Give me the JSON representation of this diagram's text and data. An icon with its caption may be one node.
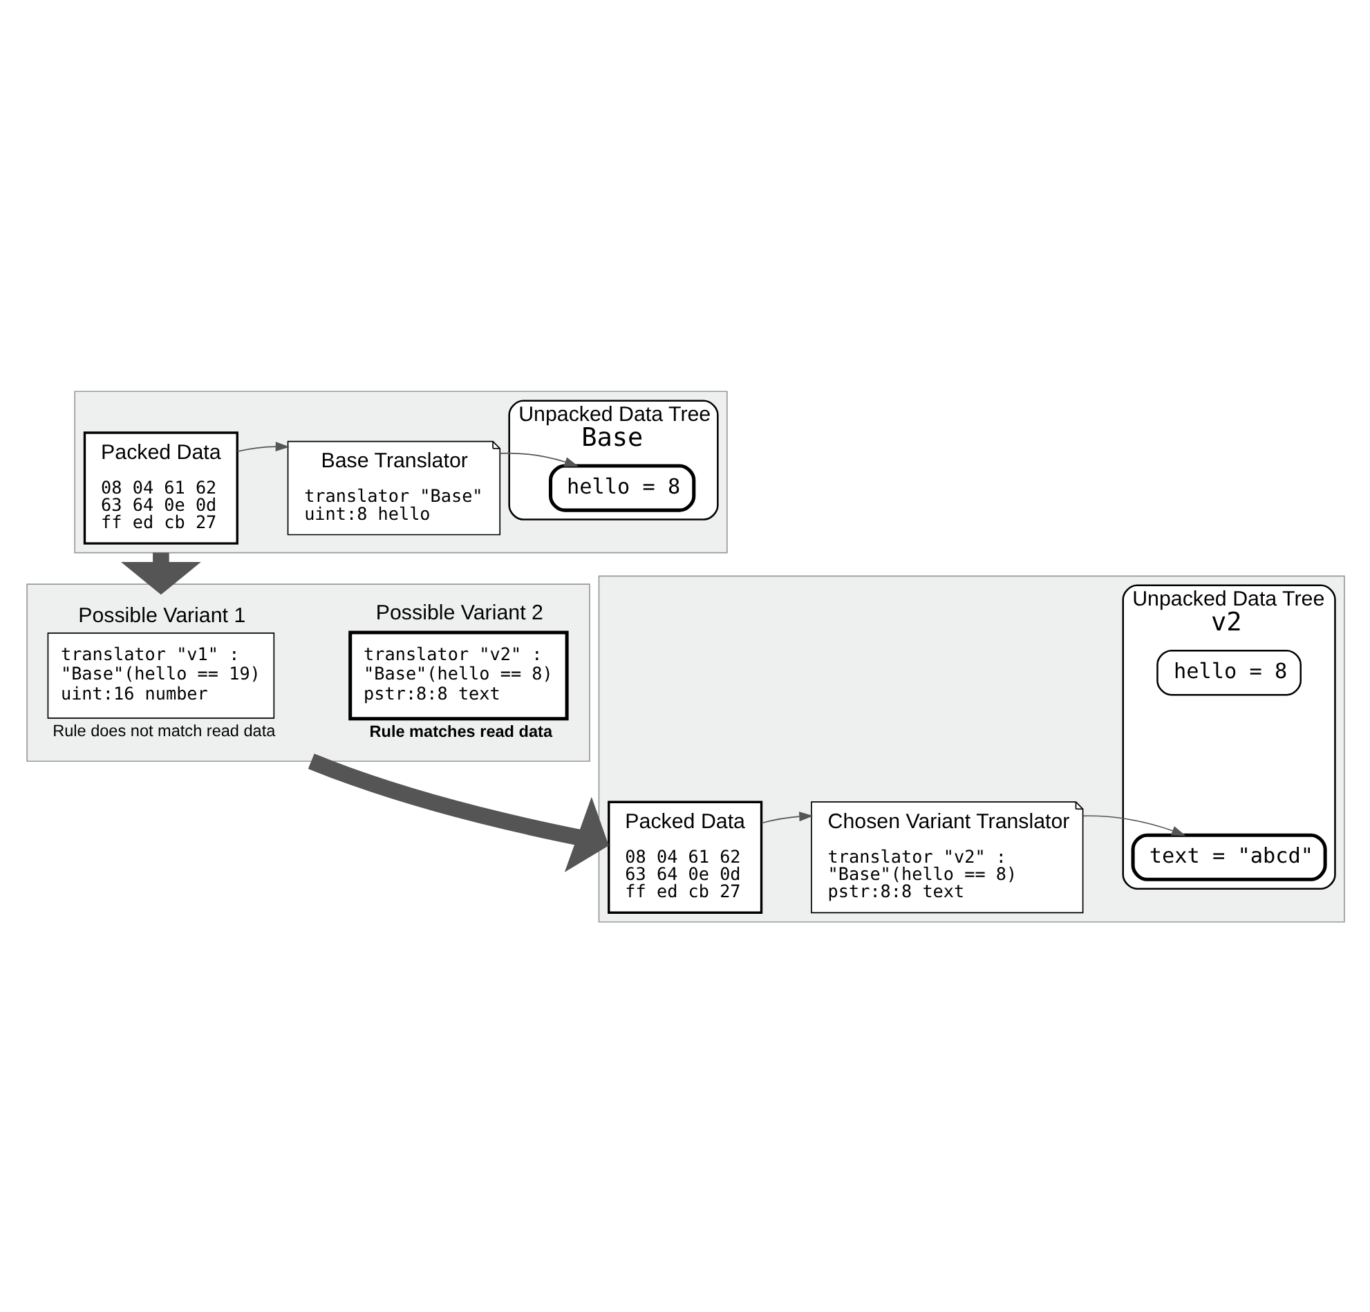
{
  "diagram": {
    "nodes": [
      {
        "text": [],
        "shape": "band"
      },
      {
        "text": [
          "Packed Data",
          "08 04 61 62 63 64 0e 0d ff ed cb 27"
        ],
        "in": 0
      },
      {
        "text": [
          "Base Translator",
          "translator \"Base\" uint:8 hello"
        ],
        "in": 0
      },
      {
        "text": [
          "Unpacked Data Tree",
          "Base"
        ],
        "in": 0
      },
      {
        "text": [
          "hello = 8"
        ],
        "in": 3
      },
      {
        "text": [],
        "shape": "band"
      },
      {
        "text": [
          "Possible Variant 1",
          "translator \"v1\" : \"Base\"(hello == 19) uint:16 number"
        ],
        "beside": [
          "Rule does not match read data"
        ],
        "in": 5
      },
      {
        "text": [
          "Possible Variant 2",
          "translator \"v2\" : \"Base\"(hello == 8) pstr:8:8 text"
        ],
        "beside": [
          "Rule matches read data"
        ],
        "in": 5
      },
      {
        "text": [],
        "shape": "band"
      },
      {
        "text": [
          "Packed Data",
          "08 04 61 62 63 64 0e 0d ff ed cb 27"
        ],
        "in": 8
      },
      {
        "text": [
          "Chosen Variant Translator",
          "translator \"v2\" : \"Base\"(hello == 8) pstr:8:8 text"
        ],
        "in": 8
      },
      {
        "text": [
          "Unpacked Data Tree",
          "v2"
        ],
        "in": 8
      },
      {
        "text": [
          "hello = 8"
        ],
        "in": 11
      },
      {
        "text": [
          "text = \"abcd\""
        ],
        "in": 11
      }
    ],
    "edges": [
      {
        "from": 1,
        "to": 2,
        "arrow": "to"
      },
      {
        "from": 2,
        "to": 4,
        "arrow": "to"
      },
      {
        "from": 0,
        "to": 5,
        "arrow": "to",
        "style": "thick"
      },
      {
        "from": 5,
        "to": 8,
        "arrow": "to",
        "style": "thick"
      },
      {
        "from": 9,
        "to": 10,
        "arrow": "to"
      },
      {
        "from": 10,
        "to": 13,
        "arrow": "to"
      }
    ]
  }
}
